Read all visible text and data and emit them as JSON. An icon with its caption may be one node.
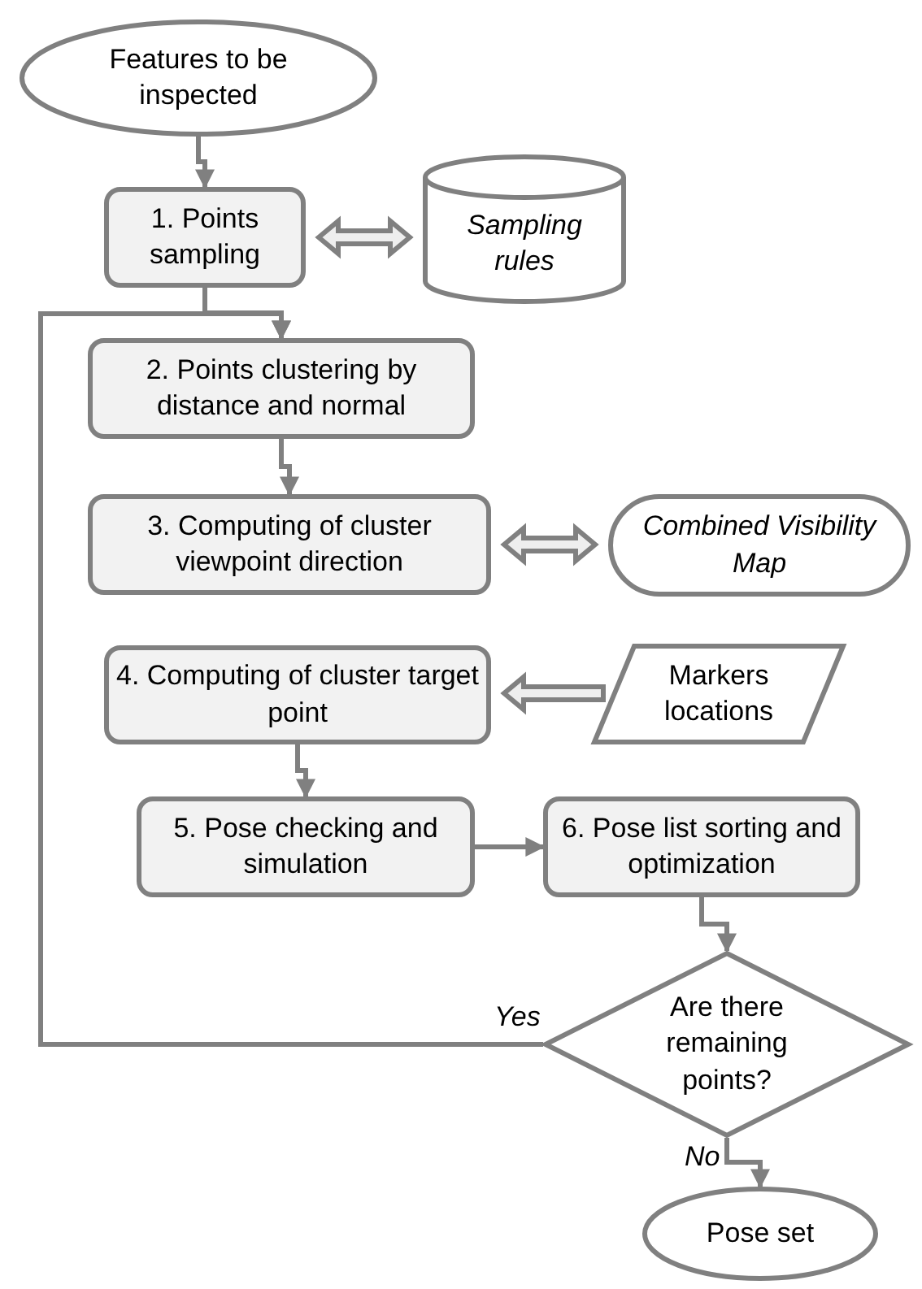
{
  "diagram": {
    "nodes": [
      {
        "text": [
          "Features to be inspected"
        ]
      },
      {
        "text": [
          "1. Points sampling"
        ]
      },
      {
        "text": [
          "Sampling rules"
        ]
      },
      {
        "text": [
          "2. Points clustering by distance and normal"
        ]
      },
      {
        "text": [
          "3. Computing of cluster viewpoint direction"
        ]
      },
      {
        "text": [
          "Combined Visibility Map"
        ]
      },
      {
        "text": [
          "4. Computing of cluster target point"
        ]
      },
      {
        "text": [
          "Markers locations"
        ]
      },
      {
        "text": [
          "5. Pose checking and simulation"
        ]
      },
      {
        "text": [
          "6. Pose list sorting and optimization"
        ]
      },
      {
        "text": [
          "Are there remaining points?"
        ]
      },
      {
        "text": [
          "Pose set"
        ]
      }
    ],
    "edges": [
      {
        "from": 0,
        "to": 1,
        "arrow": "to"
      },
      {
        "from": 1,
        "to": 2,
        "arrow": "both",
        "style": "thick"
      },
      {
        "from": 1,
        "to": 3,
        "arrow": "to"
      },
      {
        "from": 3,
        "to": 4,
        "arrow": "to"
      },
      {
        "from": 4,
        "to": 5,
        "arrow": "both",
        "style": "thick"
      },
      {
        "from": 7,
        "to": 6,
        "arrow": "to",
        "style": "thick"
      },
      {
        "from": 6,
        "to": 8,
        "arrow": "to"
      },
      {
        "from": 8,
        "to": 9,
        "arrow": "to"
      },
      {
        "from": 9,
        "to": 10,
        "arrow": "to"
      },
      {
        "from": 10,
        "to": 3,
        "arrow": "to",
        "label": "Yes"
      },
      {
        "from": 10,
        "to": 11,
        "arrow": "to",
        "label": "No"
      }
    ]
  }
}
